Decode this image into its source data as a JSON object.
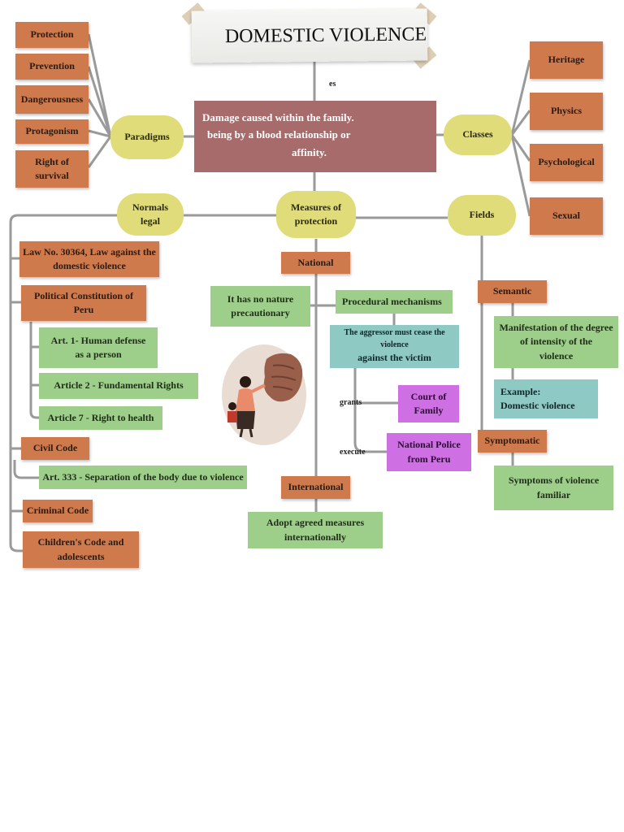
{
  "title": "DOMESTIC VIOLENCE",
  "connector_es": "es",
  "definition": {
    "line1": "Damage caused within the family.",
    "line2": "being by a blood relationship or",
    "line3": "affinity."
  },
  "paradigms": {
    "label": "Paradigms",
    "items": [
      "Protection",
      "Prevention",
      "Dangerousness",
      "Protagonism",
      "Right of\nsurvival"
    ]
  },
  "classes": {
    "label": "Classes",
    "items": [
      "Heritage",
      "Physics",
      "Psychological",
      "Sexual"
    ]
  },
  "normals_legal": {
    "label": "Normals\nlegal",
    "law": "Law No. 30364, Law against the\ndomestic violence",
    "constitution": {
      "label": "Political Constitution of\nPeru",
      "articles": [
        "Art. 1- Human defense\nas a person",
        "Article 2 - Fundamental Rights",
        "Article 7 - Right to health"
      ]
    },
    "civil_code": {
      "label": "Civil Code",
      "article": "Art. 333 - Separation of the body due to violence"
    },
    "criminal_code": "Criminal Code",
    "childrens_code": "Children's Code and\nadolescents"
  },
  "measures": {
    "label": "Measures of\nprotection",
    "national": {
      "label": "National",
      "nature": "It has no nature\nprecautionary",
      "procedural": "Procedural mechanisms",
      "aggressor_small": "The aggressor must cease the violence",
      "aggressor_big": "against the victim",
      "grants": "grants",
      "execute": "execute",
      "court": "Court of\nFamily",
      "police": "National Police\nfrom Peru"
    },
    "international": {
      "label": "International",
      "text": "Adopt agreed measures\ninternationally"
    }
  },
  "fields": {
    "label": "Fields",
    "semantic": {
      "label": "Semantic",
      "text": "Manifestation of the degree\nof intensity of the\nviolence",
      "example": "Example:\nDomestic violence"
    },
    "symptomatic": {
      "label": "Symptomatic",
      "text": "Symptoms of violence\nfamiliar"
    }
  },
  "colors": {
    "orange": "#cf7a4d",
    "green": "#9dcf8b",
    "teal": "#8ec9c3",
    "violet": "#cf6fe4",
    "pill": "#e1dc7a",
    "definition": "#a66b6a",
    "line": "#9a9a9a"
  },
  "icons": {
    "illustration": "fist-threatening-woman-and-child-illustration"
  }
}
